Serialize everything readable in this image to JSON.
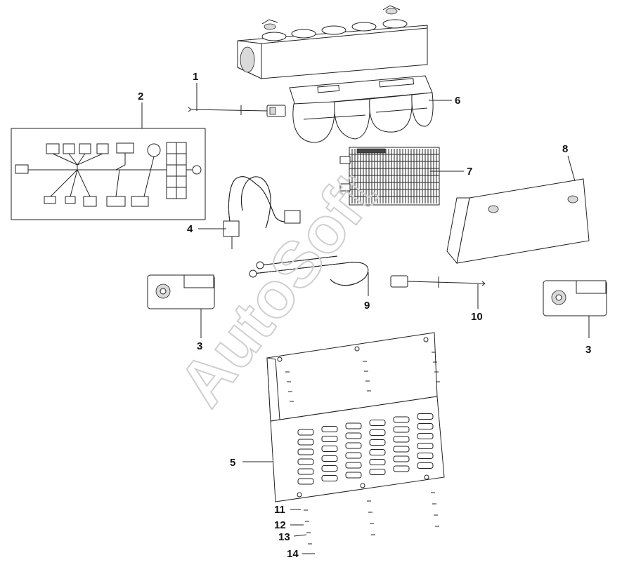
{
  "watermark": "AutoSoft",
  "callouts": [
    {
      "id": "1",
      "text": "1"
    },
    {
      "id": "2",
      "text": "2"
    },
    {
      "id": "3a",
      "text": "3"
    },
    {
      "id": "3b",
      "text": "3"
    },
    {
      "id": "4",
      "text": "4"
    },
    {
      "id": "5",
      "text": "5"
    },
    {
      "id": "6",
      "text": "6"
    },
    {
      "id": "7",
      "text": "7"
    },
    {
      "id": "8",
      "text": "8"
    },
    {
      "id": "9",
      "text": "9"
    },
    {
      "id": "10",
      "text": "10"
    },
    {
      "id": "11",
      "text": "11"
    },
    {
      "id": "12",
      "text": "12"
    },
    {
      "id": "13",
      "text": "13"
    },
    {
      "id": "14",
      "text": "14"
    }
  ]
}
